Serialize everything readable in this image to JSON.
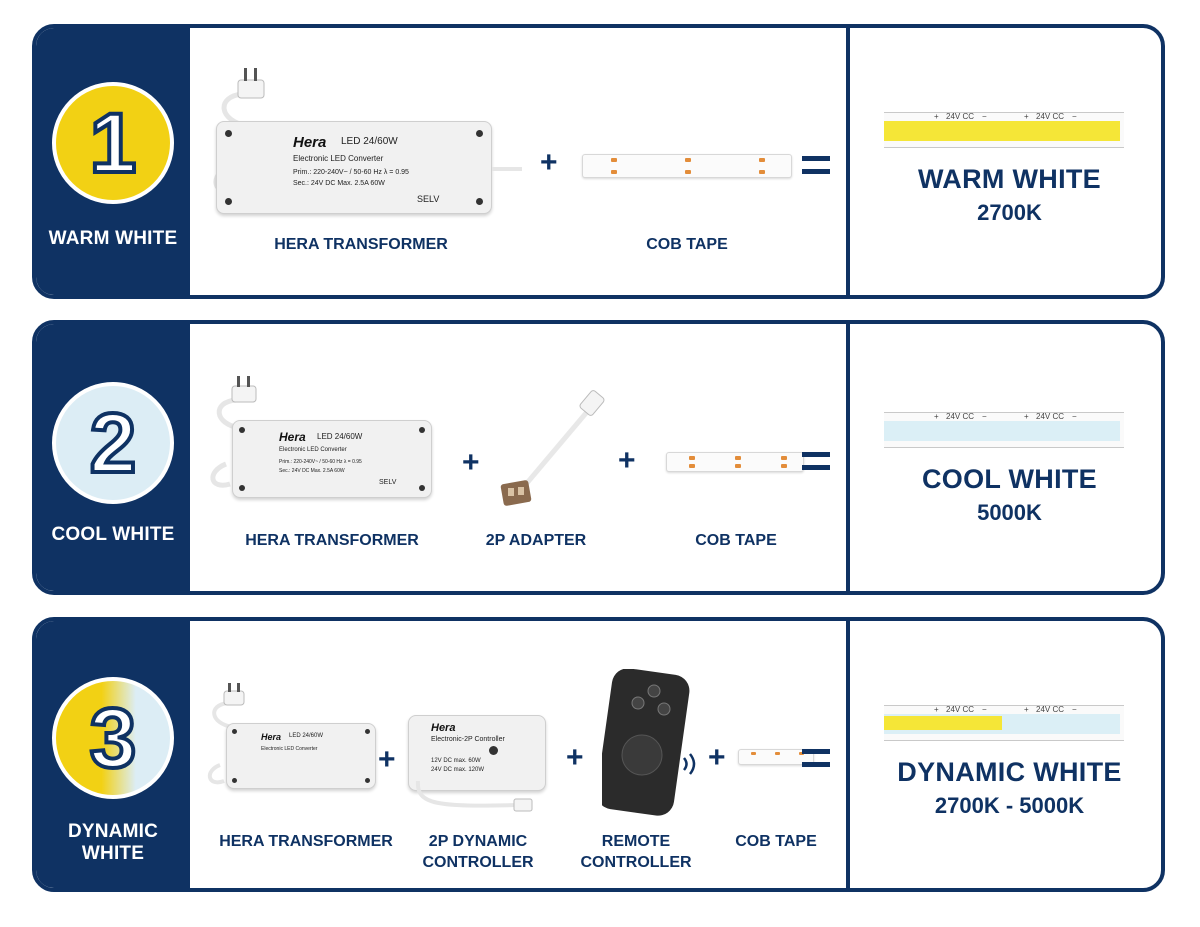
{
  "rows": [
    {
      "number": "1",
      "side_label": "WARM WHITE",
      "transformer": {
        "brand": "Hera",
        "model": "LED 24/60W",
        "desc": "Electronic LED Converter",
        "prim": "Prim.: 220-240V~ / 50-60 Hz  λ = 0.95",
        "sec": "Sec.:  24V DC    Max. 2.5A   60W",
        "selv": "SELV"
      },
      "captions": [
        "HERA TRANSFORMER",
        "COB TAPE"
      ],
      "strip_marks": [
        "+",
        "24V CC",
        "−",
        "+",
        "24V CC",
        "−"
      ],
      "result_title": "WARM WHITE",
      "result_sub": "2700K"
    },
    {
      "number": "2",
      "side_label": "COOL WHITE",
      "transformer": {
        "brand": "Hera",
        "model": "LED 24/60W",
        "desc": "Electronic LED Converter",
        "prim": "Prim.: 220-240V~ / 50-60 Hz  λ = 0.95",
        "sec": "Sec.:  24V DC    Max. 2.5A   60W",
        "selv": "SELV"
      },
      "captions": [
        "HERA TRANSFORMER",
        "2P ADAPTER",
        "COB TAPE"
      ],
      "strip_marks": [
        "+",
        "24V CC",
        "−",
        "+",
        "24V CC",
        "−"
      ],
      "result_title": "COOL WHITE",
      "result_sub": "5000K"
    },
    {
      "number": "3",
      "side_label": "DYNAMIC WHITE",
      "transformer": {
        "brand": "Hera",
        "model": "LED 24/60W",
        "desc": "Electronic LED Converter"
      },
      "controller": {
        "brand": "Hera",
        "desc": "Electronic-2P Controller",
        "line1": "12V DC   max.  60W",
        "line2": "24V DC   max.  120W"
      },
      "captions": [
        "HERA TRANSFORMER",
        "2P DYNAMIC\nCONTROLLER",
        "REMOTE\nCONTROLLER",
        "COB TAPE"
      ],
      "strip_marks": [
        "+",
        "24V CC",
        "−",
        "+",
        "24V CC",
        "−"
      ],
      "result_title": "DYNAMIC WHITE",
      "result_sub": "2700K - 5000K"
    }
  ],
  "colors": {
    "navy": "#0f3263",
    "warm": "#f2d114",
    "cool": "#dcedf5",
    "led": "#e38d3a"
  },
  "operators": {
    "plus": "+"
  }
}
